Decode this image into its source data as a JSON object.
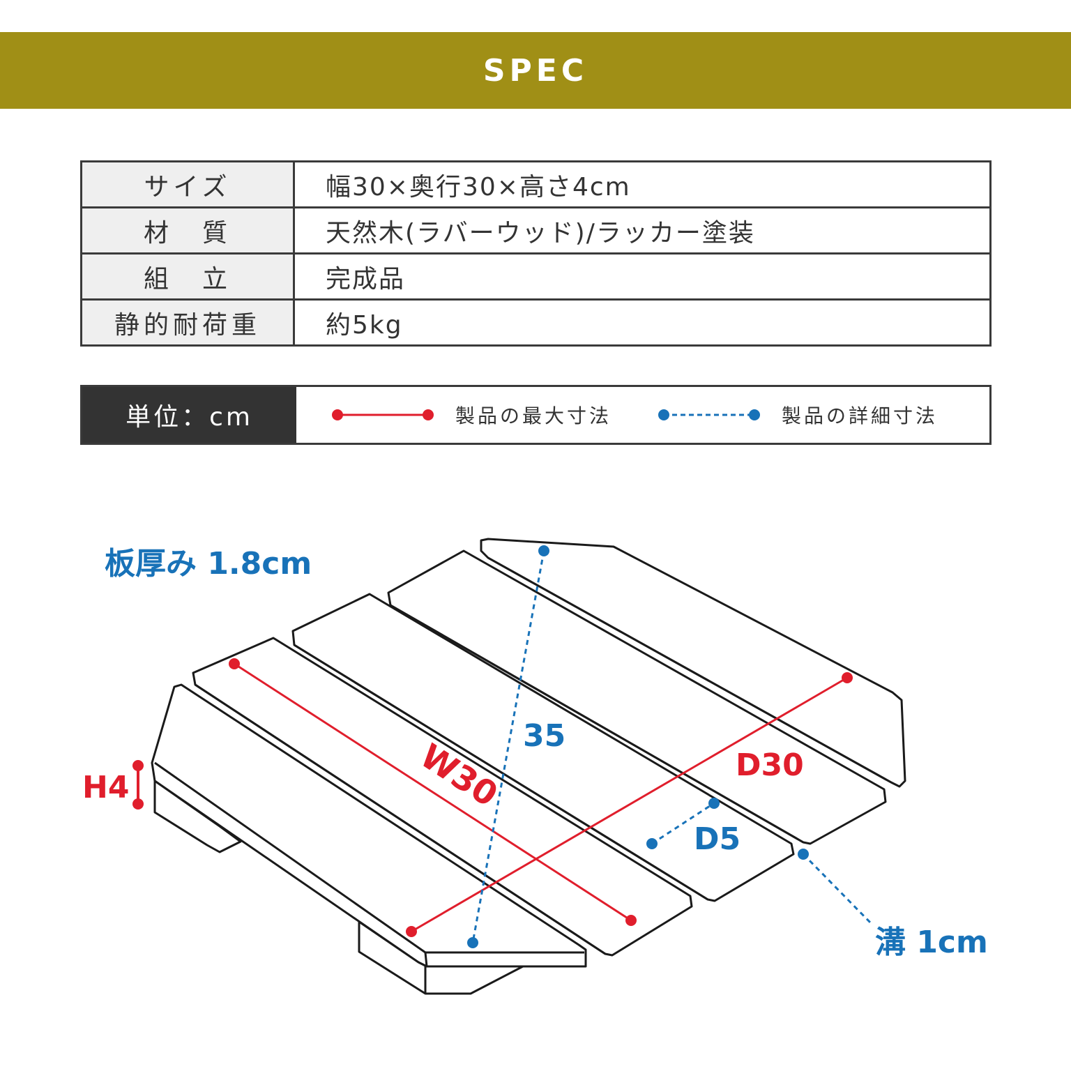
{
  "header": {
    "title": "SPEC"
  },
  "spec_table": [
    {
      "label": "サイズ",
      "value": "幅30×奥行30×高さ4cm"
    },
    {
      "label": "材　質",
      "value": "天然木(ラバーウッド)/ラッカー塗装"
    },
    {
      "label": "組　立",
      "value": "完成品"
    },
    {
      "label": "静的耐荷重",
      "value": "約5kg"
    }
  ],
  "legend": {
    "unit": "単位：cm",
    "max_label": "製品の最大寸法",
    "detail_label": "製品の詳細寸法",
    "max_color": "#e01e2c",
    "detail_color": "#1872b8"
  },
  "diagram": {
    "thickness": "板厚み 1.8cm",
    "diagonal": "35",
    "width": "W30",
    "depth": "D30",
    "slat_depth": "D5",
    "height": "H4",
    "gap": "溝 1cm"
  }
}
